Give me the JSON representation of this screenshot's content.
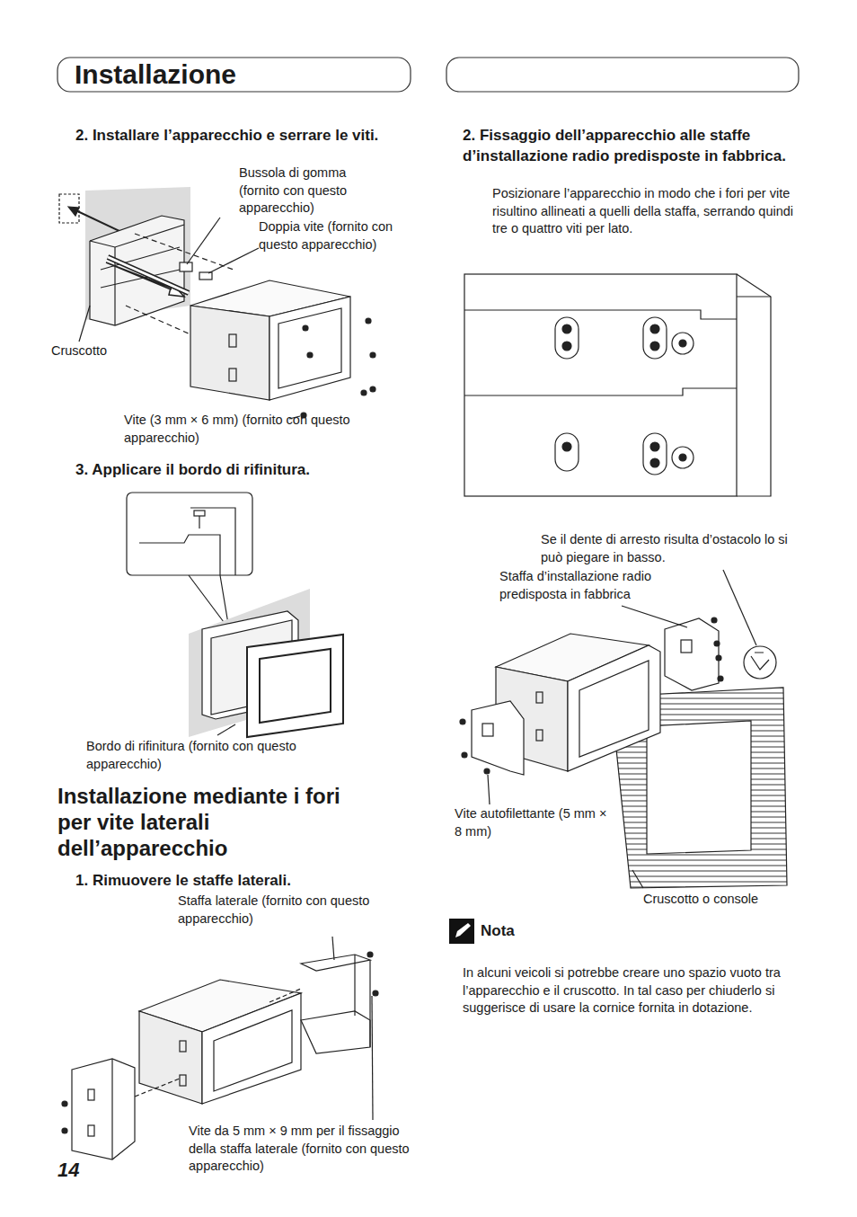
{
  "diagram": {
    "title": "Installazione",
    "labels": [
      "2. Installare l’apparecchio e serrare le viti.",
      "Bussola di gomma (fornito con questo apparecchio)",
      "Doppia vite (fornito con questo apparecchio)",
      "Cruscotto",
      "Vite (3 mm × 6 mm) (fornito con questo apparecchio)",
      "3. Applicare il bordo di rifinitura.",
      "Bordo di rifinitura (fornito con questo apparecchio)",
      "Installazione mediante i fori per vite laterali dell’apparecchio",
      "1. Rimuovere le staffe laterali.",
      "Staffa laterale (fornito con questo apparecchio)",
      "Vite da 5 mm × 9 mm per il fissaggio della staffa laterale (fornito con questo apparecchio)",
      "14",
      "2. Fissaggio dell’apparecchio alle staffe d’installazione radio predisposte in fabbrica.",
      "Posizionare l’apparecchio in modo che i fori per vite risultino allineati a quelli della staffa, serrando quindi tre o quattro viti per lato.",
      "Se il dente di arresto risulta d’ostacolo lo si può piegare in basso.",
      "Staffa d’installazione radio predisposta in fabbrica",
      "Vite autofilettante (5 mm × 8 mm)",
      "Cruscotto o console",
      "Nota",
      "In alcuni veicoli si potrebbe creare uno spazio vuoto tra l’apparecchio e il cruscotto. In tal caso per chiuderlo si suggerisce di usare la cornice fornita in dotazione."
    ]
  }
}
